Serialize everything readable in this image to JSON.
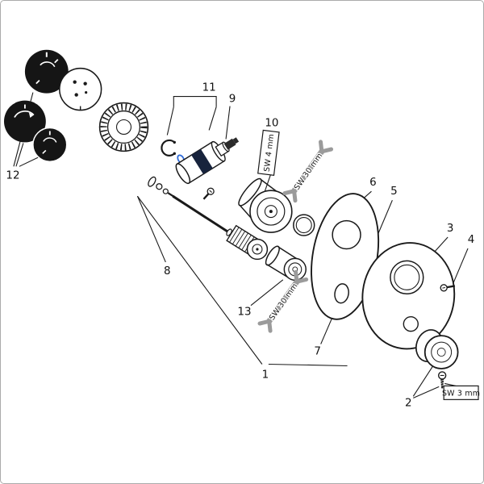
{
  "page": {
    "background": "#ffffff",
    "border_color": "#ababab"
  },
  "diagram": {
    "type": "exploded-parts-diagram",
    "part_labels": [
      "1",
      "2",
      "3",
      "4",
      "5",
      "6",
      "7",
      "8",
      "9",
      "10",
      "11",
      "12",
      "13"
    ],
    "tool_callouts": [
      {
        "id": "allen-key-4mm",
        "label": "SW 4 mm",
        "style": "boxed-rotated"
      },
      {
        "id": "wrench-30mm-upper",
        "label": "SW 30 mm",
        "style": "open-end-wrench"
      },
      {
        "id": "wrench-30mm-lower",
        "label": "SW 30 mm",
        "style": "open-end-wrench"
      },
      {
        "id": "allen-key-3mm",
        "label": "SW 3 mm",
        "style": "boxed"
      }
    ],
    "colors": {
      "line": "#1a1a1a",
      "dark_part_fill": "#151515",
      "wrench_gray": "#9b9b9b",
      "cartridge_band": "#17233c",
      "oring_blue": "#2f6bd8"
    }
  }
}
